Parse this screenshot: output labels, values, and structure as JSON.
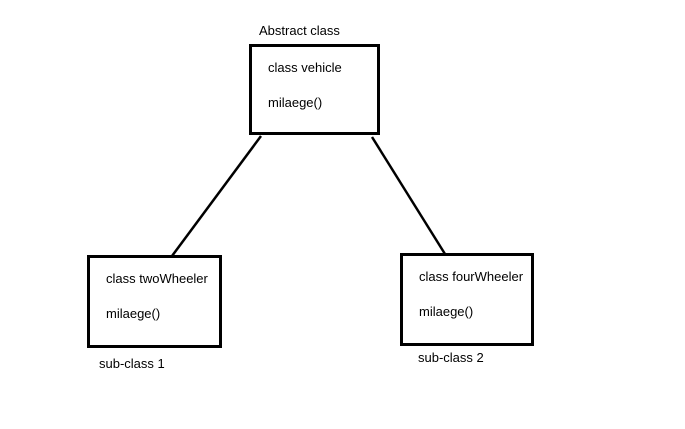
{
  "diagram": {
    "abstract_label": "Abstract class",
    "parent": {
      "class_name": "class vehicle",
      "method": "milaege()"
    },
    "left_child": {
      "class_name": "class twoWheeler",
      "method": "milaege()",
      "caption": "sub-class 1"
    },
    "right_child": {
      "class_name": "class fourWheeler",
      "method": "milaege()",
      "caption": "sub-class 2"
    }
  }
}
